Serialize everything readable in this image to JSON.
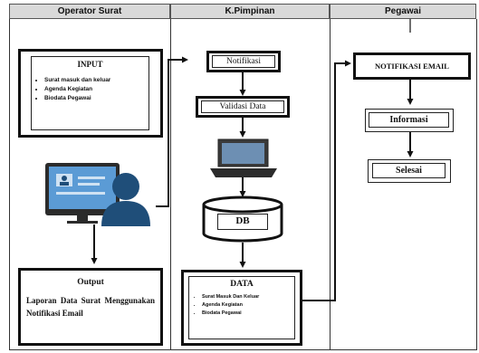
{
  "lanes": {
    "operator": "Operator Surat",
    "pimpinan": "K.Pimpinan",
    "pegawai": "Pegawai"
  },
  "operator": {
    "input_title": "INPUT",
    "input_items": [
      "Surat masuk dan keluar",
      "Agenda Kegiatan",
      "Biodata Pegawai"
    ],
    "output_title": "Output",
    "output_text": "Laporan Data Surat Menggunakan Notifikasi Email"
  },
  "pimpinan": {
    "notifikasi": "Notifikasi",
    "validasi": "Validasi Data",
    "db": "DB",
    "data_title": "DATA",
    "data_items": [
      "Surat Masuk Dan Keluar",
      "Agenda Kegiatan",
      "Biodata Pegawai"
    ]
  },
  "pegawai": {
    "notifikasi_email": "NOTIFIKASI EMAIL",
    "informasi": "Informasi",
    "selesai": "Selesai"
  },
  "colors": {
    "header_bg": "#d9d9d9",
    "user_icon": "#1f4e79",
    "monitor_screen": "#5b9bd5"
  }
}
